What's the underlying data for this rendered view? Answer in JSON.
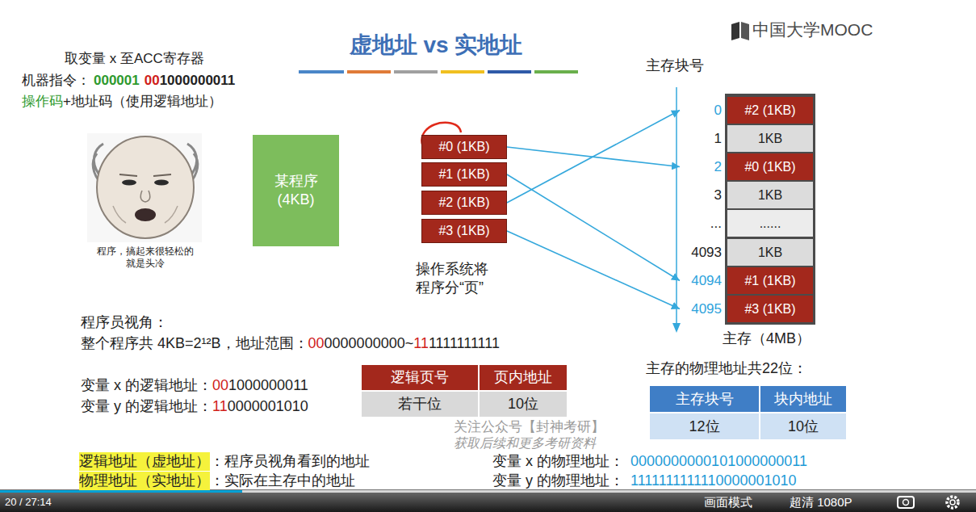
{
  "diagram": {
    "title": "虚地址 vs 实地址",
    "nodes": [
      {
        "text": [
          "某程序 (4KB)"
        ]
      },
      {
        "text": [
          "#0 (1KB)"
        ]
      },
      {
        "text": [
          "#1 (1KB)"
        ]
      },
      {
        "text": [
          "#2 (1KB)"
        ]
      },
      {
        "text": [
          "#3 (1KB)"
        ]
      },
      {
        "text": [
          "0",
          "#2 (1KB)"
        ]
      },
      {
        "text": [
          "1",
          "1KB"
        ]
      },
      {
        "text": [
          "2",
          "#0 (1KB)"
        ]
      },
      {
        "text": [
          "3",
          "1KB"
        ]
      },
      {
        "text": [
          "...",
          "......"
        ]
      },
      {
        "text": [
          "4093",
          "1KB"
        ]
      },
      {
        "text": [
          "4094",
          "#1 (1KB)"
        ]
      },
      {
        "text": [
          "4095",
          "#3 (1KB)"
        ]
      }
    ],
    "edges": [
      {
        "from": 1,
        "to": 7,
        "arrow": "to"
      },
      {
        "from": 2,
        "to": 11,
        "arrow": "to"
      },
      {
        "from": 3,
        "to": 5,
        "arrow": "to"
      },
      {
        "from": 4,
        "to": 12,
        "arrow": "to"
      }
    ],
    "labels": [
      "中国大学MOOC",
      "取变量 x 至ACC寄存器",
      "机器指令：",
      "000001",
      "00",
      "1000000011",
      "操作码",
      "+地址码（使用逻辑地址）",
      "程序，搞起来很轻松的 就是头冷",
      "操作系统将 程序分“页”",
      "主存块号",
      "主存（4MB）",
      "程序员视角：",
      "整个程序共 4KB=2¹²B，地址范围：",
      "00",
      "0000000000~",
      "11",
      "1111111111",
      "变量 x 的逻辑地址：",
      "00",
      "1000000011",
      "变量 y 的逻辑地址：",
      "11",
      "0000001010",
      "逻辑页号",
      "页内地址",
      "若干位",
      "10位",
      "主存的物理地址共22位：",
      "主存块号",
      "块内地址",
      "12位",
      "10位",
      "关注公众号【封神考研】",
      "获取后续和更多考研资料",
      "逻辑地址（虚地址）",
      "：程序员视角看到的地址",
      "物理地址（实地址）",
      "：实际在主存中的地址",
      "变量 x 的物理地址：",
      "0000000000101000000011",
      "变量 y 的物理地址：",
      "1111111111110000001010",
      "20 / 27:14",
      "画面模式",
      "超清 1080P"
    ]
  }
}
